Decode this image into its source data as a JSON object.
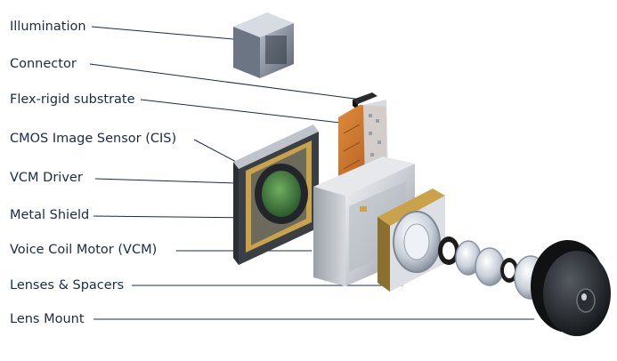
{
  "diagram": {
    "labels": [
      {
        "id": "illumination",
        "text": "Illumination"
      },
      {
        "id": "connector",
        "text": "Connector"
      },
      {
        "id": "flex-rigid-substrate",
        "text": "Flex-rigid substrate"
      },
      {
        "id": "cmos-image-sensor",
        "text": "CMOS Image Sensor (CIS)"
      },
      {
        "id": "vcm-driver",
        "text": "VCM Driver"
      },
      {
        "id": "metal-shield",
        "text": "Metal Shield"
      },
      {
        "id": "voice-coil-motor",
        "text": "Voice Coil Motor (VCM)"
      },
      {
        "id": "lenses-spacers",
        "text": "Lenses & Spacers"
      },
      {
        "id": "lens-mount",
        "text": "Lens Mount"
      }
    ]
  },
  "colors": {
    "label_text": "#1b2a44",
    "leader_line": "#1b2a44",
    "flex_substrate": "#c8702a",
    "sensor_die": "#3f7a3c",
    "gold_frame": "#c9a24a"
  }
}
